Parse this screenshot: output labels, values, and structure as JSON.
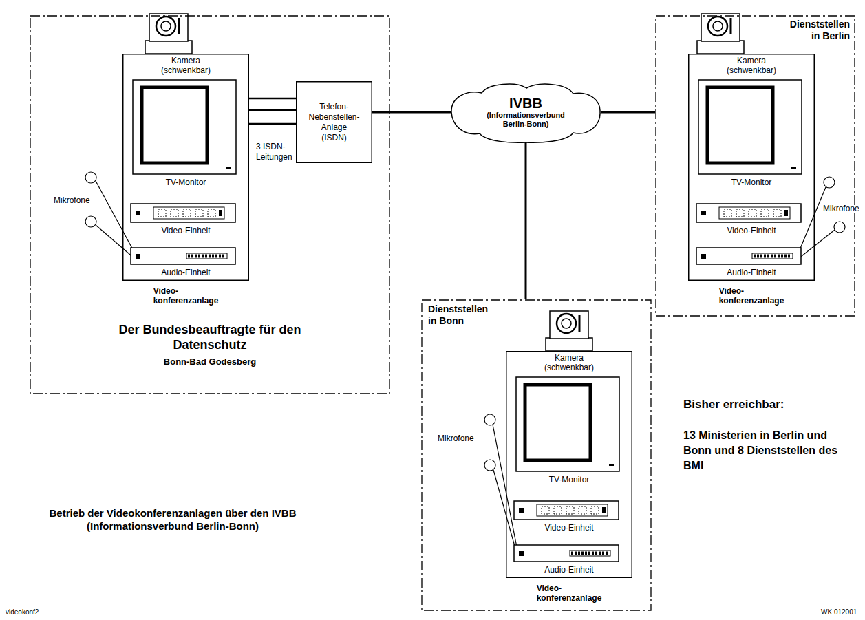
{
  "diagram": {
    "title": "Betrieb der Videokonferenzanlagen über den IVBB (Informationsverbund Berlin-Bonn)",
    "nodes": [
      {
        "text": [
          "Der Bundesbeauftragte für den Datenschutz",
          "Bonn-Bad Godesberg"
        ]
      },
      {
        "text": [
          "Kamera (schwenkbar)",
          "TV-Monitor",
          "Video-Einheit",
          "Audio-Einheit",
          "Video- konferenzanlage"
        ],
        "in": 0
      },
      {
        "text": [
          "Telefon- Nebenstellen- Anlage (ISDN)"
        ],
        "in": 0
      },
      {
        "text": [
          "IVBB",
          "(Informationsverbund Berlin-Bonn)"
        ]
      },
      {
        "text": [
          "Dienststellen in Berlin"
        ]
      },
      {
        "text": [
          "Kamera (schwenkbar)",
          "TV-Monitor",
          "Video-Einheit",
          "Audio-Einheit",
          "Video- konferenzanlage"
        ],
        "in": 4
      },
      {
        "text": [
          "Dienststellen in Bonn"
        ]
      },
      {
        "text": [
          "Kamera (schwenkbar)",
          "TV-Monitor",
          "Video-Einheit",
          "Audio-Einheit",
          "Video- konferenzanlage"
        ],
        "in": 6
      }
    ],
    "edges": [
      {
        "from": 1,
        "to": 2,
        "arrow": "none"
      },
      {
        "from": 1,
        "to": 2,
        "arrow": "none"
      },
      {
        "from": 1,
        "to": 2,
        "arrow": "none"
      },
      {
        "from": 2,
        "to": 3,
        "arrow": "none"
      },
      {
        "from": 3,
        "to": 4,
        "arrow": "none"
      },
      {
        "from": 3,
        "to": 6,
        "arrow": "none"
      }
    ],
    "labels": [
      "Mikrofone",
      "3 ISDN- Leitungen",
      "Mikrofone",
      "Mikrofone",
      "Bisher erreichbar:",
      "13 Ministerien in Berlin und Bonn und 8 Dienststellen des BMI",
      "videokonf2",
      "WK 012001"
    ]
  }
}
